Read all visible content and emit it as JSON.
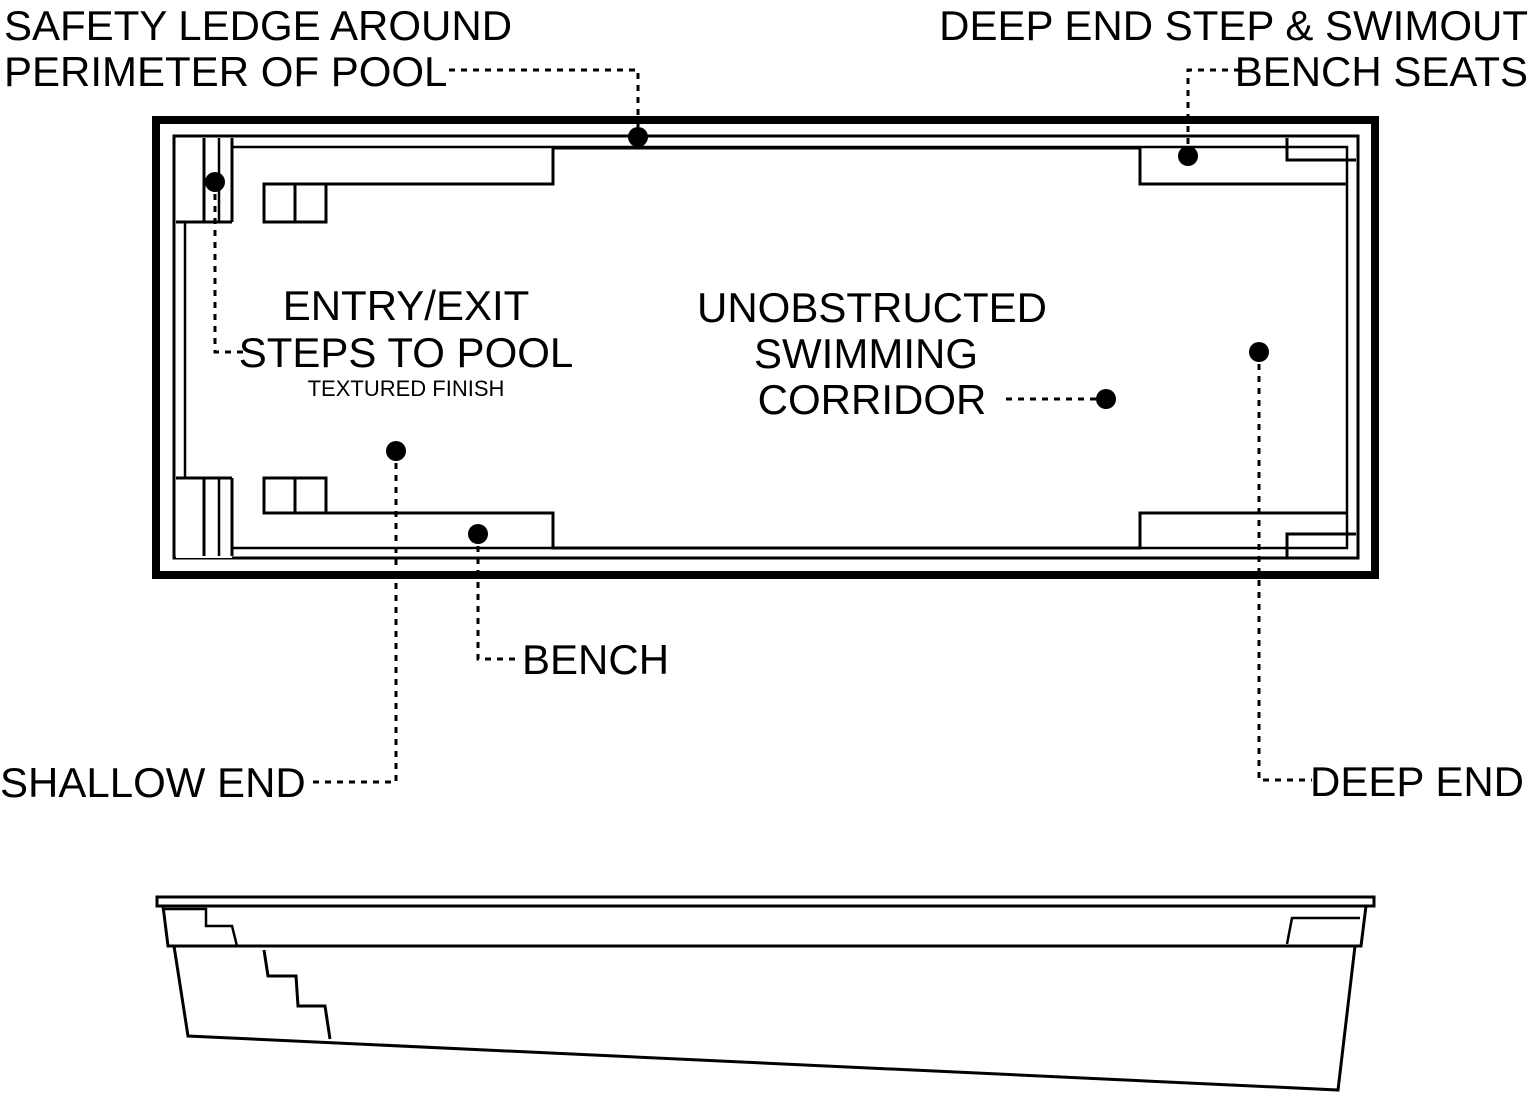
{
  "labels": {
    "safety_ledge_line1": "SAFETY LEDGE AROUND",
    "safety_ledge_line2": "PERIMETER OF POOL",
    "deep_step_line1": "DEEP END STEP & SWIMOUT",
    "deep_step_line2": "BENCH SEATS",
    "entry_line1": "ENTRY/EXIT",
    "entry_line2": "STEPS TO POOL",
    "entry_sub": "TEXTURED FINISH",
    "corridor_line1": "UNOBSTRUCTED",
    "corridor_line2": "SWIMMING",
    "corridor_line3": "CORRIDOR",
    "bench": "BENCH",
    "shallow_end": "SHALLOW END",
    "deep_end": "DEEP END"
  },
  "colors": {
    "line": "#000000",
    "background": "#ffffff"
  }
}
